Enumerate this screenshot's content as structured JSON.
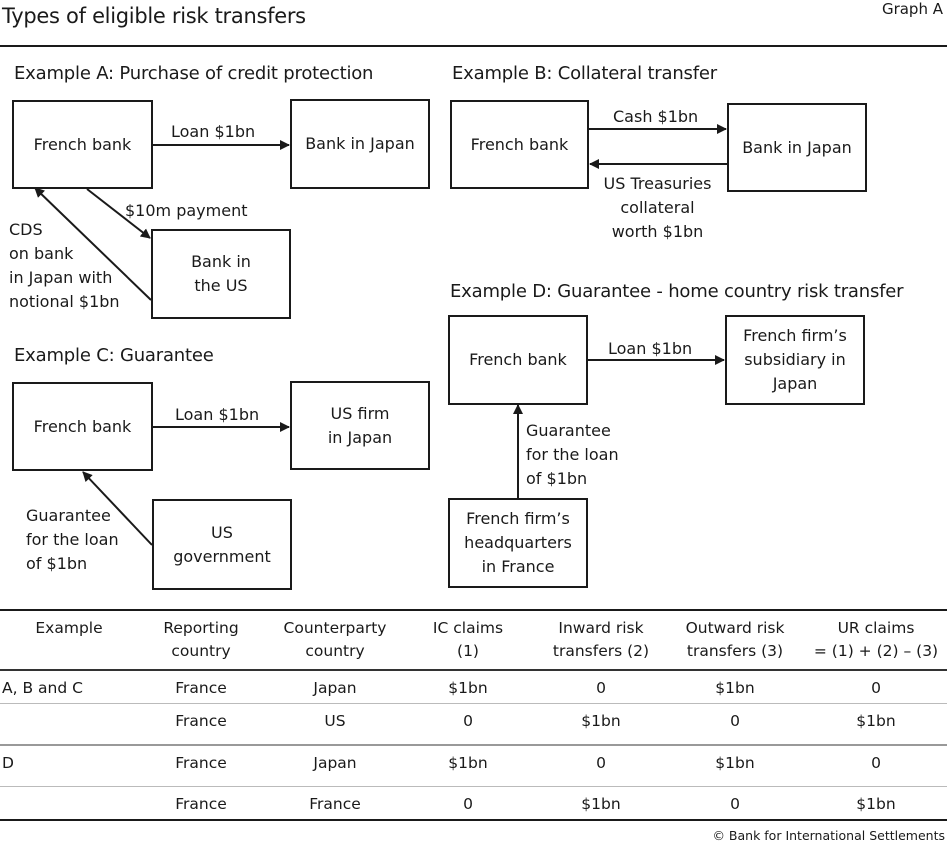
{
  "header": {
    "title": "Types of eligible risk transfers",
    "graph_label": "Graph A"
  },
  "diagrams": {
    "example_a": {
      "title": "Example A: Purchase of credit protection",
      "nodes": {
        "french_bank": "French bank",
        "bank_japan": "Bank in Japan",
        "bank_us": "Bank in\nthe US"
      },
      "edges": {
        "loan": "Loan $1bn",
        "payment": "$10m payment",
        "cds": "CDS\non bank\nin Japan with\nnotional $1bn"
      }
    },
    "example_b": {
      "title": "Example B: Collateral transfer",
      "nodes": {
        "french_bank": "French bank",
        "bank_japan": "Bank in Japan"
      },
      "edges": {
        "cash": "Cash $1bn",
        "collateral": "US Treasuries\ncollateral\nworth $1bn"
      }
    },
    "example_c": {
      "title": "Example C: Guarantee",
      "nodes": {
        "french_bank": "French bank",
        "us_firm_japan": "US firm\nin Japan",
        "us_government": "US\ngovernment"
      },
      "edges": {
        "loan": "Loan $1bn",
        "guarantee": "Guarantee\nfor the loan\nof $1bn"
      }
    },
    "example_d": {
      "title": "Example D: Guarantee - home country risk transfer",
      "nodes": {
        "french_bank": "French bank",
        "subsidiary": "French firm’s\nsubsidiary in\nJapan",
        "headquarters": "French firm’s\nheadquarters\nin France"
      },
      "edges": {
        "loan": "Loan $1bn",
        "guarantee": "Guarantee\nfor the loan\nof $1bn"
      }
    }
  },
  "table": {
    "columns": [
      "Example",
      "Reporting\ncountry",
      "Counterparty\ncountry",
      "IC claims\n(1)",
      "Inward risk\ntransfers (2)",
      "Outward risk\ntransfers (3)",
      "UR claims\n= (1) + (2) – (3)"
    ],
    "rows": [
      [
        "A, B and C",
        "France",
        "Japan",
        "$1bn",
        "0",
        "$1bn",
        "0"
      ],
      [
        "",
        "France",
        "US",
        "0",
        "$1bn",
        "0",
        "$1bn"
      ],
      [
        "D",
        "France",
        "Japan",
        "$1bn",
        "0",
        "$1bn",
        "0"
      ],
      [
        "",
        "France",
        "France",
        "0",
        "$1bn",
        "0",
        "$1bn"
      ]
    ]
  },
  "footer": {
    "copyright": "© Bank for International Settlements"
  }
}
